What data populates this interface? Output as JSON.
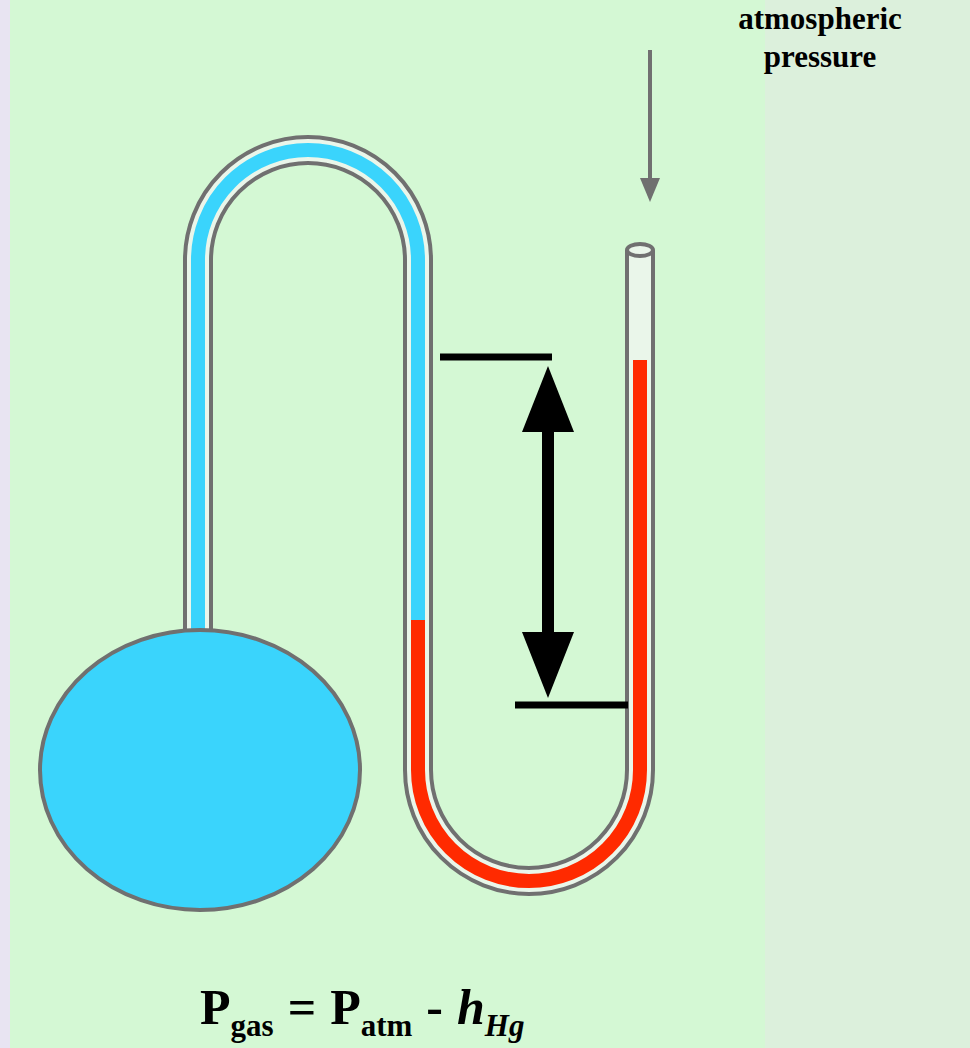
{
  "diagram": {
    "labels": [
      "atmospheric pressure",
      "P",
      "gas",
      "=",
      "P",
      "atm",
      "-",
      "h",
      "Hg"
    ]
  }
}
